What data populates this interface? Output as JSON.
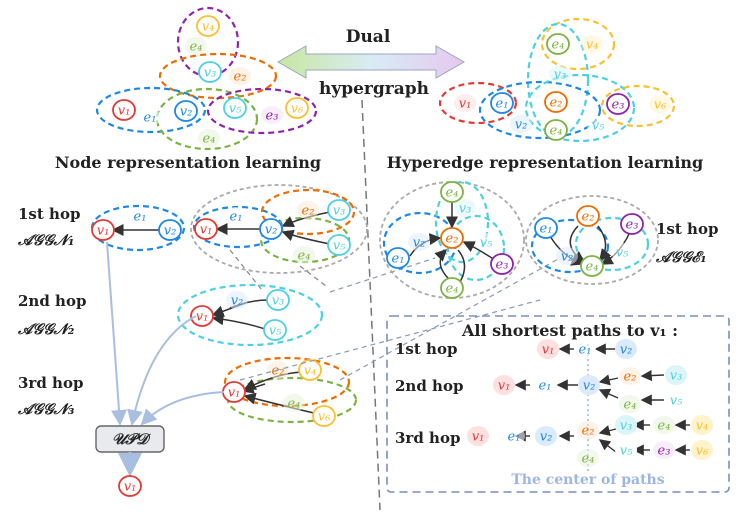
{
  "labels": {
    "dual_line1": "Dual",
    "dual_line2": "hypergraph",
    "node_title": "Node representation learning",
    "edge_title": "Hyperedge representation learning",
    "hop1": "1st hop",
    "hop2": "2nd hop",
    "hop3": "3rd hop",
    "aggn1": "𝒜𝒢𝒢𝒩₁",
    "aggn2": "𝒜𝒢𝒢𝒩₂",
    "aggn3": "𝒜𝒢𝒢𝒩₃",
    "agge1": "𝒜𝒢𝒢ℰ₁",
    "edge_hop1": "1st hop",
    "upd": "𝒰𝒫𝒟",
    "paths_title": "All shortest paths to  v₁ :",
    "path_hop1": "1st hop",
    "path_hop2": "2nd hop",
    "path_hop3": "3rd hop",
    "center_of_paths": "The center of paths"
  },
  "node_labels": {
    "v1": "v₁",
    "v2": "v₂",
    "v3": "v₃",
    "v4": "v₄",
    "v5": "v₅",
    "v6": "v₆",
    "e1": "e₁",
    "e2": "e₂",
    "e3": "e₃",
    "e4": "e₄"
  },
  "colors": {
    "v1": "#e53935",
    "v2": "#1e88e5",
    "v3": "#4dd0e1",
    "v4": "#fbc02d",
    "v5": "#4dd0e1",
    "v6": "#fbc02d",
    "e1": "#1e88e5",
    "e2": "#ef6c00",
    "e3": "#8e24aa",
    "e4": "#7cb342",
    "fill_v1": "#fde0e0",
    "fill_v2": "#dcebfb",
    "fill_v3": "#dcf5f8",
    "fill_v4": "#fff3cc",
    "fill_v6": "#fff3cc",
    "fill_e2": "#fde9d6",
    "fill_e3": "#f2e0f5",
    "fill_e4": "#e8f3da"
  }
}
